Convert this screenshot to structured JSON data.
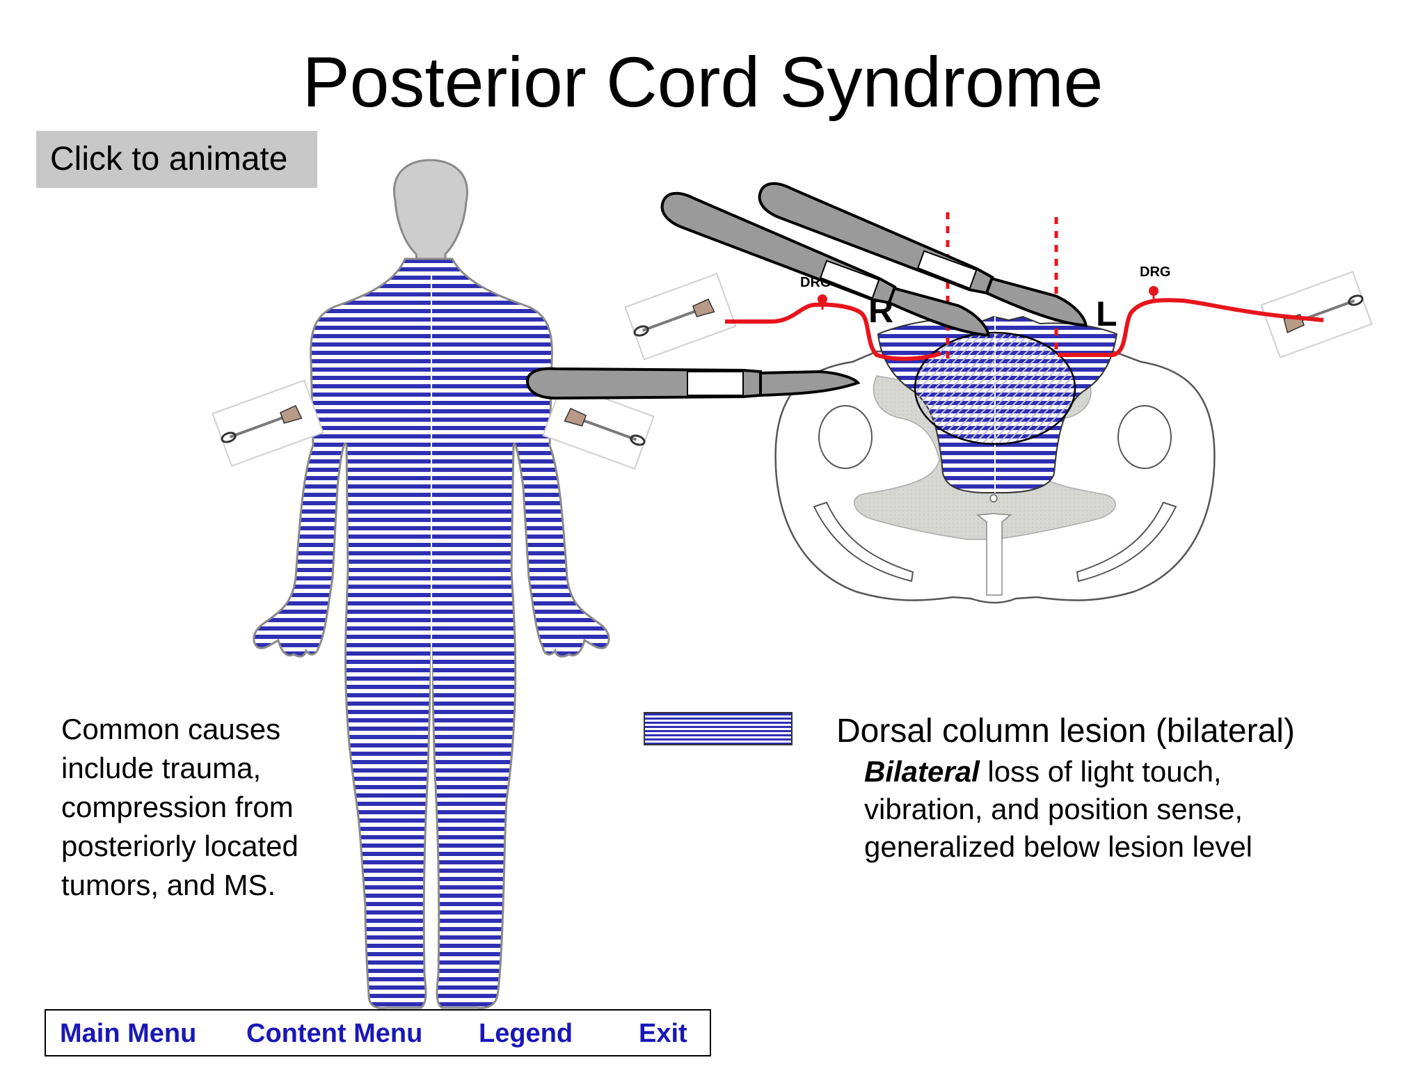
{
  "title": "Posterior Cord Syndrome",
  "animate_button": "Click to animate",
  "labels": {
    "drg_right": "DRG",
    "drg_left": "DRG",
    "side_right": "R",
    "side_left": "L"
  },
  "causes_text": "Common causes include trauma, compression from posteriorly located tumors, and MS.",
  "legend": {
    "title": "Dorsal column lesion (bilateral)",
    "desc_bold": "Bilateral",
    "desc_rest": " loss of light touch, vibration, and position sense, generalized below lesion level"
  },
  "nav": {
    "main_menu": "Main Menu",
    "content_menu": "Content Menu",
    "legend": "Legend",
    "exit": "Exit"
  },
  "colors": {
    "hatch": "#2f2fb4",
    "nerve": "#e8141c",
    "nav_text": "#1a17b8",
    "button_bg": "#c8c8c8"
  },
  "icons": [
    "scalpel-icon",
    "tuning-fork-icon"
  ]
}
